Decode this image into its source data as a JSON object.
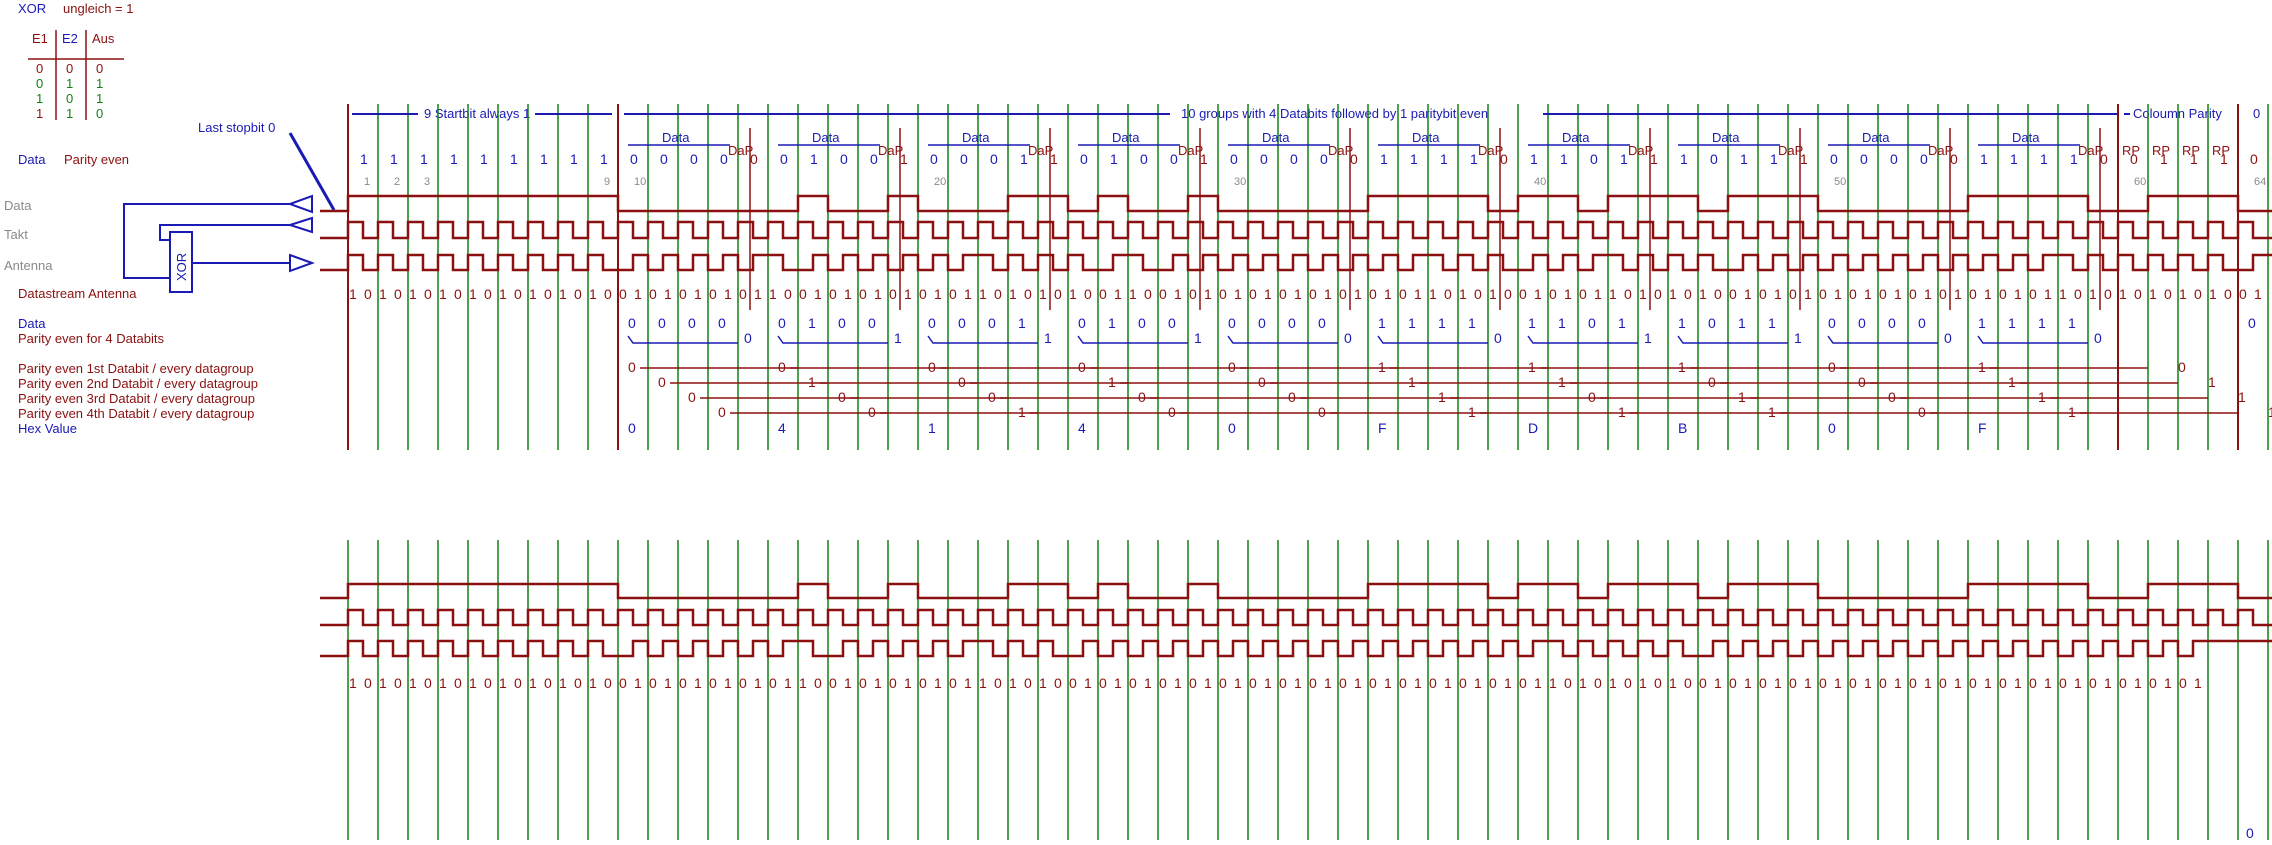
{
  "xor_table": {
    "title": "XOR",
    "subtitle": "ungleich = 1",
    "headers": [
      "E1",
      "E2",
      "Aus"
    ],
    "rows": [
      [
        "0",
        "0",
        "0"
      ],
      [
        "0",
        "1",
        "1"
      ],
      [
        "1",
        "0",
        "1"
      ],
      [
        "1",
        "1",
        "0"
      ]
    ]
  },
  "labels": {
    "last_stopbit": "Last stopbit 0",
    "data_parity_1": "Data",
    "data_parity_2": "Parity even",
    "signal_data": "Data",
    "signal_takt": "Takt",
    "signal_antenna": "Antenna",
    "xor_box": "XOR",
    "datastream": "Datastream Antenna",
    "data_label": "Data",
    "parity_4": "Parity even  for 4 Databits",
    "parity_1st": "Parity even 1st Databit / every datagroup",
    "parity_2nd": "Parity even 2nd Databit / every datagroup",
    "parity_3rd": "Parity even 3rd Databit / every datagroup",
    "parity_4th": "Parity even 4th Databit / every datagroup",
    "hex_value": "Hex Value"
  },
  "header": {
    "startbits": "9 Startbit always 1",
    "groups": "10 groups with 4 Databits  followed by 1 paritybit even",
    "column_parity": "Coloumn Parity",
    "final_zero": "0",
    "group_label": "Data",
    "dap_label": "DaP",
    "rp_label": "RP"
  },
  "frame": {
    "startbits": [
      1,
      1,
      1,
      1,
      1,
      1,
      1,
      1,
      1
    ],
    "groups": [
      {
        "bits": [
          0,
          0,
          0,
          0
        ],
        "parity": 0,
        "hex": "0"
      },
      {
        "bits": [
          0,
          1,
          0,
          0
        ],
        "parity": 1,
        "hex": "4"
      },
      {
        "bits": [
          0,
          0,
          0,
          1
        ],
        "parity": 1,
        "hex": "1"
      },
      {
        "bits": [
          0,
          1,
          0,
          0
        ],
        "parity": 1,
        "hex": "4"
      },
      {
        "bits": [
          0,
          0,
          0,
          0
        ],
        "parity": 0,
        "hex": "0"
      },
      {
        "bits": [
          1,
          1,
          1,
          1
        ],
        "parity": 0,
        "hex": "F"
      },
      {
        "bits": [
          1,
          1,
          0,
          1
        ],
        "parity": 1,
        "hex": "D"
      },
      {
        "bits": [
          1,
          0,
          1,
          1
        ],
        "parity": 1,
        "hex": "B"
      },
      {
        "bits": [
          0,
          0,
          0,
          0
        ],
        "parity": 0,
        "hex": "0"
      },
      {
        "bits": [
          1,
          1,
          1,
          1
        ],
        "parity": 0,
        "hex": "F"
      }
    ],
    "row_parity": [
      0,
      1,
      1,
      1
    ],
    "stopbit": 0,
    "tick_labels": [
      "1",
      "2",
      "3",
      "9",
      "10",
      "20",
      "30",
      "40",
      "50",
      "60",
      "64"
    ]
  },
  "datastream": {
    "upper": "1 0 1 0 1 0 1 0 1 0 1 0 1 0 1 0 1 0 0 1 0 1 0 1 0 1 0 1 1 0 0 1 0 1 0 1 0 1 0 1 0 1 1 0 1 0 1 0 1 0 0 1 1 0 0 1 0 1 0 1 0 1 0 1 0 1 0 1 0 1 0 1 1 0 1 0 1 0 0 1 0 1 0 1 1 0 1 0 1 0 1 0 0 1 0 1 0 1 0 1 0 1 0 1 0 1 0 1 0 1 0 1 0 1 1 0 1 0 1 0 1 0 1 0 1 0 0 1",
    "lower": "1 0 1 0 1 0 1 0 1 0 1 0 1 0 1 0 1 0 0 1 0 1 0 1 0 1 0 1 0 1 1 0 0 1 0 1 0 1 0 1 0 1 1 0 1 0 1 0 0 1 0 1 0 1 0 1 0 1 0 1 0 1 0 1 0 1 0 1 0 1 0 1 0 1 0 1 0 1 0 1 1 0 1 0 1 0 1 0 1 0 0 1 0 1 0 1 0 1 0 1 0 1 0 1 0 1 0 1 0 1 0 1 0 1 0 1 0 1 0 1 0 1 0 1"
  },
  "colors": {
    "blue": "#1a1ab4",
    "red": "#8b1010",
    "green": "#128212",
    "grey": "#8a8a8a",
    "background": "#ffffff"
  }
}
